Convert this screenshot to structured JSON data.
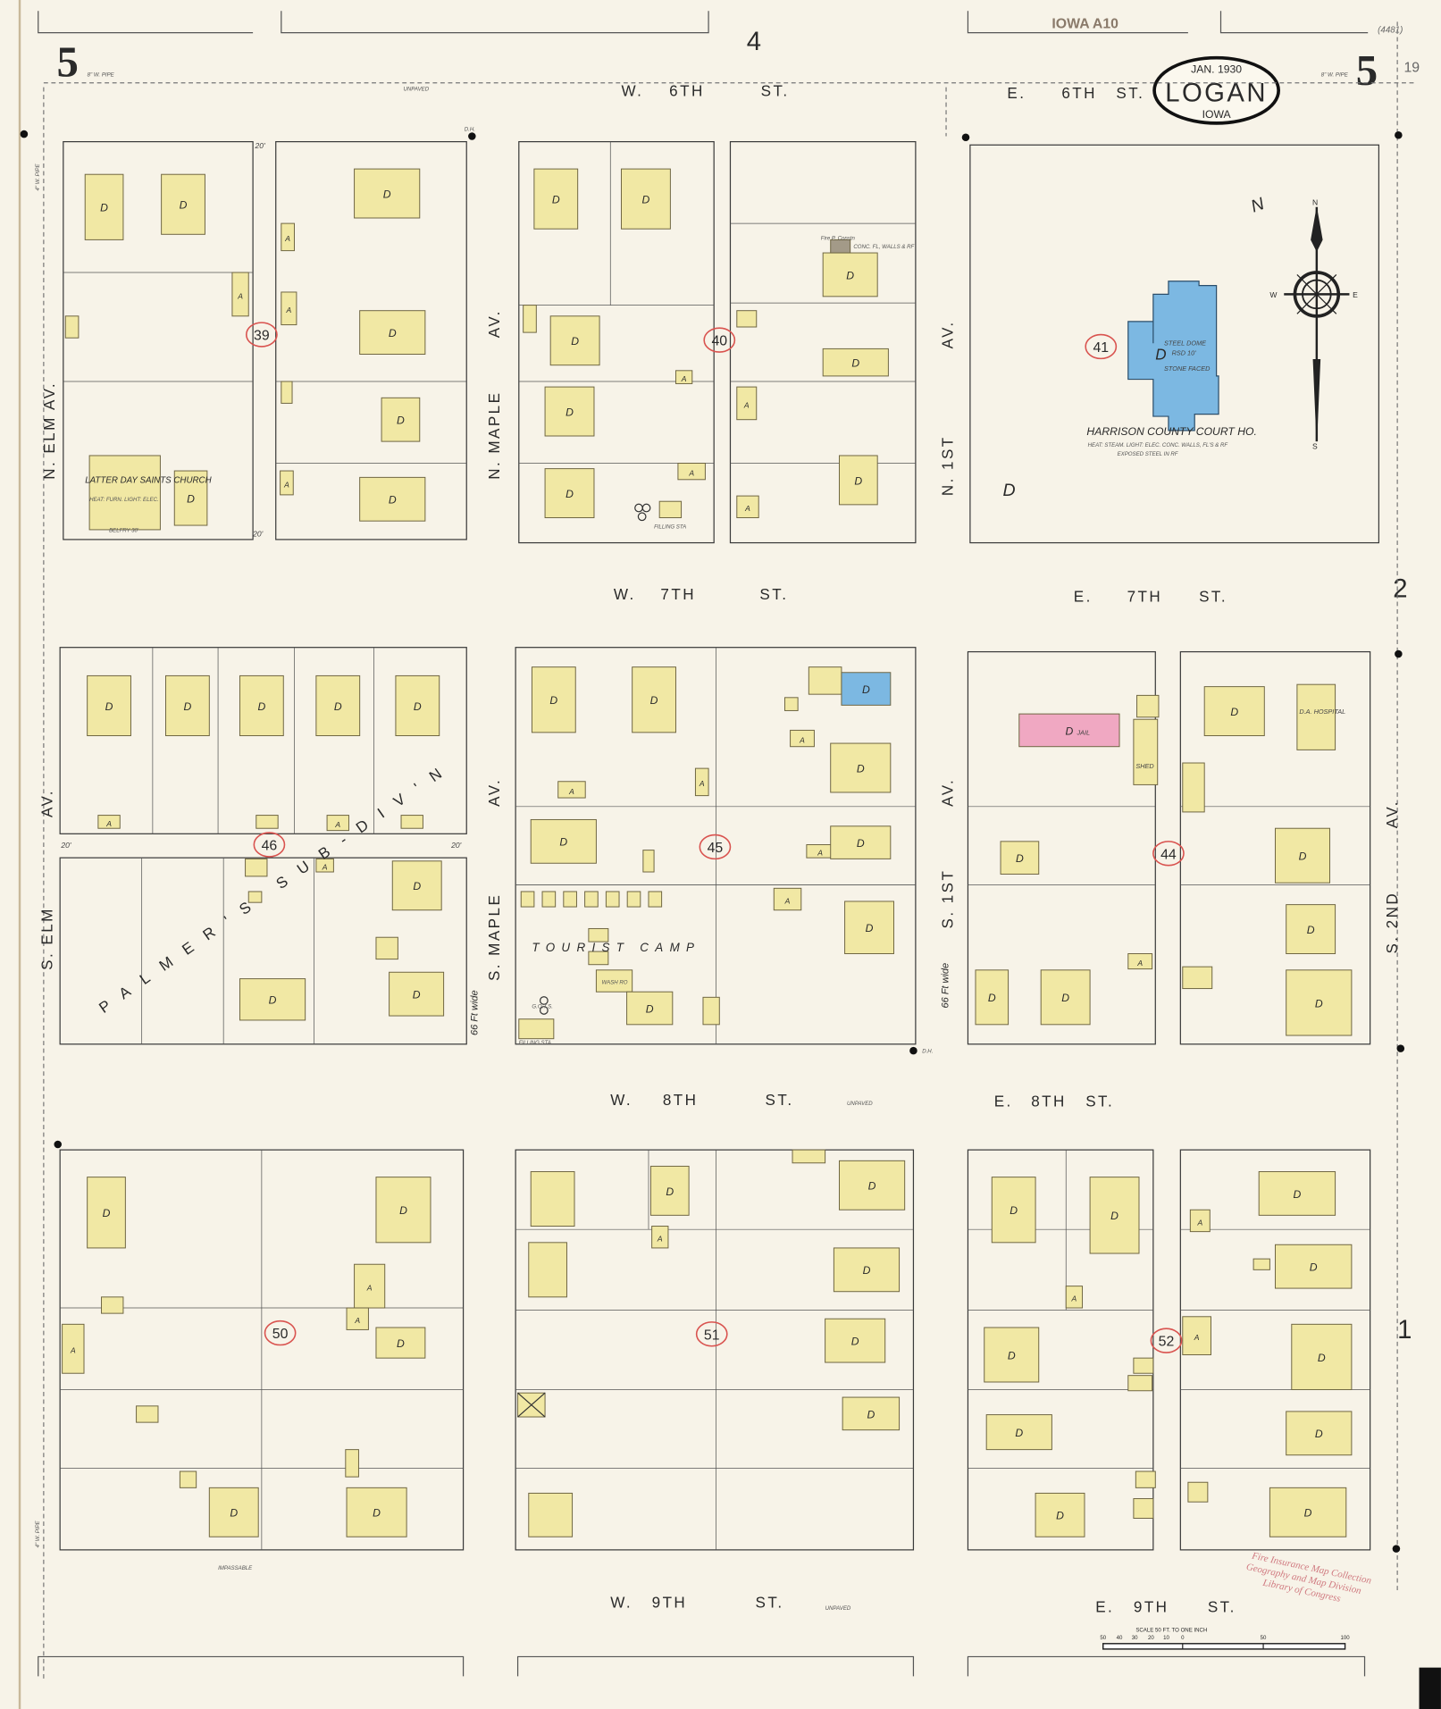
{
  "header": {
    "sheet_number": "5",
    "top_stamp": "IOWA A10",
    "corner_number": "19",
    "corner_note": "(4481)",
    "cartouche": {
      "date": "JAN. 1930",
      "city": "LOGAN",
      "state": "IOWA"
    },
    "adjacent_sheets": {
      "north": "4",
      "east": "2",
      "east_lower": "1"
    }
  },
  "streets": {
    "w6": {
      "dir": "W.",
      "name": "6TH",
      "suffix": "ST."
    },
    "e6": {
      "dir": "E.",
      "name": "6TH",
      "suffix": "ST."
    },
    "w7": {
      "dir": "W.",
      "name": "7TH",
      "suffix": "ST."
    },
    "e7": {
      "dir": "E.",
      "name": "7TH",
      "suffix": "ST."
    },
    "w8": {
      "dir": "W.",
      "name": "8TH",
      "suffix": "ST."
    },
    "e8": {
      "dir": "E.",
      "name": "8TH",
      "suffix": "ST."
    },
    "w9": {
      "dir": "W.",
      "name": "9TH",
      "suffix": "ST."
    },
    "e9": {
      "dir": "E.",
      "name": "9TH",
      "suffix": "ST."
    },
    "n_elm": "N. ELM AV.",
    "s_elm": "S. ELM",
    "av": "AV.",
    "n_maple": "N. MAPLE",
    "s_maple": "S. MAPLE",
    "n_1st": "N. 1ST",
    "s_1st": "S. 1ST",
    "s_2nd": "S. 2ND",
    "width_note": "66 Ft wide",
    "unpaved": "UNPAVED",
    "pipe": "8\" W. PIPE",
    "pipe4": "4\" W. PIPE",
    "hydrant": "D.H.",
    "alley": "20'",
    "impassable": "IMPASSABLE"
  },
  "blocks": [
    "39",
    "40",
    "41",
    "46",
    "45",
    "44",
    "50",
    "51",
    "52"
  ],
  "dwelling_label": "D",
  "auto_label": "A",
  "labels": {
    "church_name": "LATTER DAY SAINTS CHURCH",
    "church_note": "HEAT: FURN. LIGHT: ELEC.",
    "belfry": "BELFRY 30'",
    "court_house": "HARRISON COUNTY COURT HO.",
    "court_note1": "HEAT: STEAM. LIGHT: ELEC. CONC. WALLS, FL'S & RF",
    "court_note2": "EXPOSED STEEL IN RF",
    "steel_dome": "STEEL DOME",
    "rsd": "RSD 10'",
    "stone_faced": "STONE FACED",
    "fire_constn": "Fire P. Constn",
    "fire_note": "CONC. FL, WALLS & RF",
    "filling_sta": "FILLING STA",
    "jail": "JAIL",
    "shed": "SHED",
    "hospital": "D.A. HOSPITAL",
    "tourist_camp": "TOURIST CAMP",
    "wash_ro": "WASH RO",
    "subdivision": "PALMER'S SUB-DIV'N",
    "gas": "G.O.T.S."
  },
  "compass": {
    "n": "N",
    "s": "S",
    "e": "E",
    "w": "W",
    "north_arrow": "N"
  },
  "scale": {
    "title": "SCALE 50 FT. TO ONE INCH",
    "ticks": [
      "50",
      "40",
      "30",
      "20",
      "10",
      "0",
      "50",
      "100"
    ]
  },
  "library_stamp": [
    "Fire Insurance Map Collection",
    "Geography and Map Division",
    "Library of Congress"
  ],
  "colors": {
    "paper": "#f7f3e8",
    "frame_dwelling": "#f1e8a4",
    "brick_stone": "#f0a8c2",
    "fireproof": "#7cb8e2",
    "concrete": "#a39a88",
    "hydrant_circle": "#d9534f"
  }
}
